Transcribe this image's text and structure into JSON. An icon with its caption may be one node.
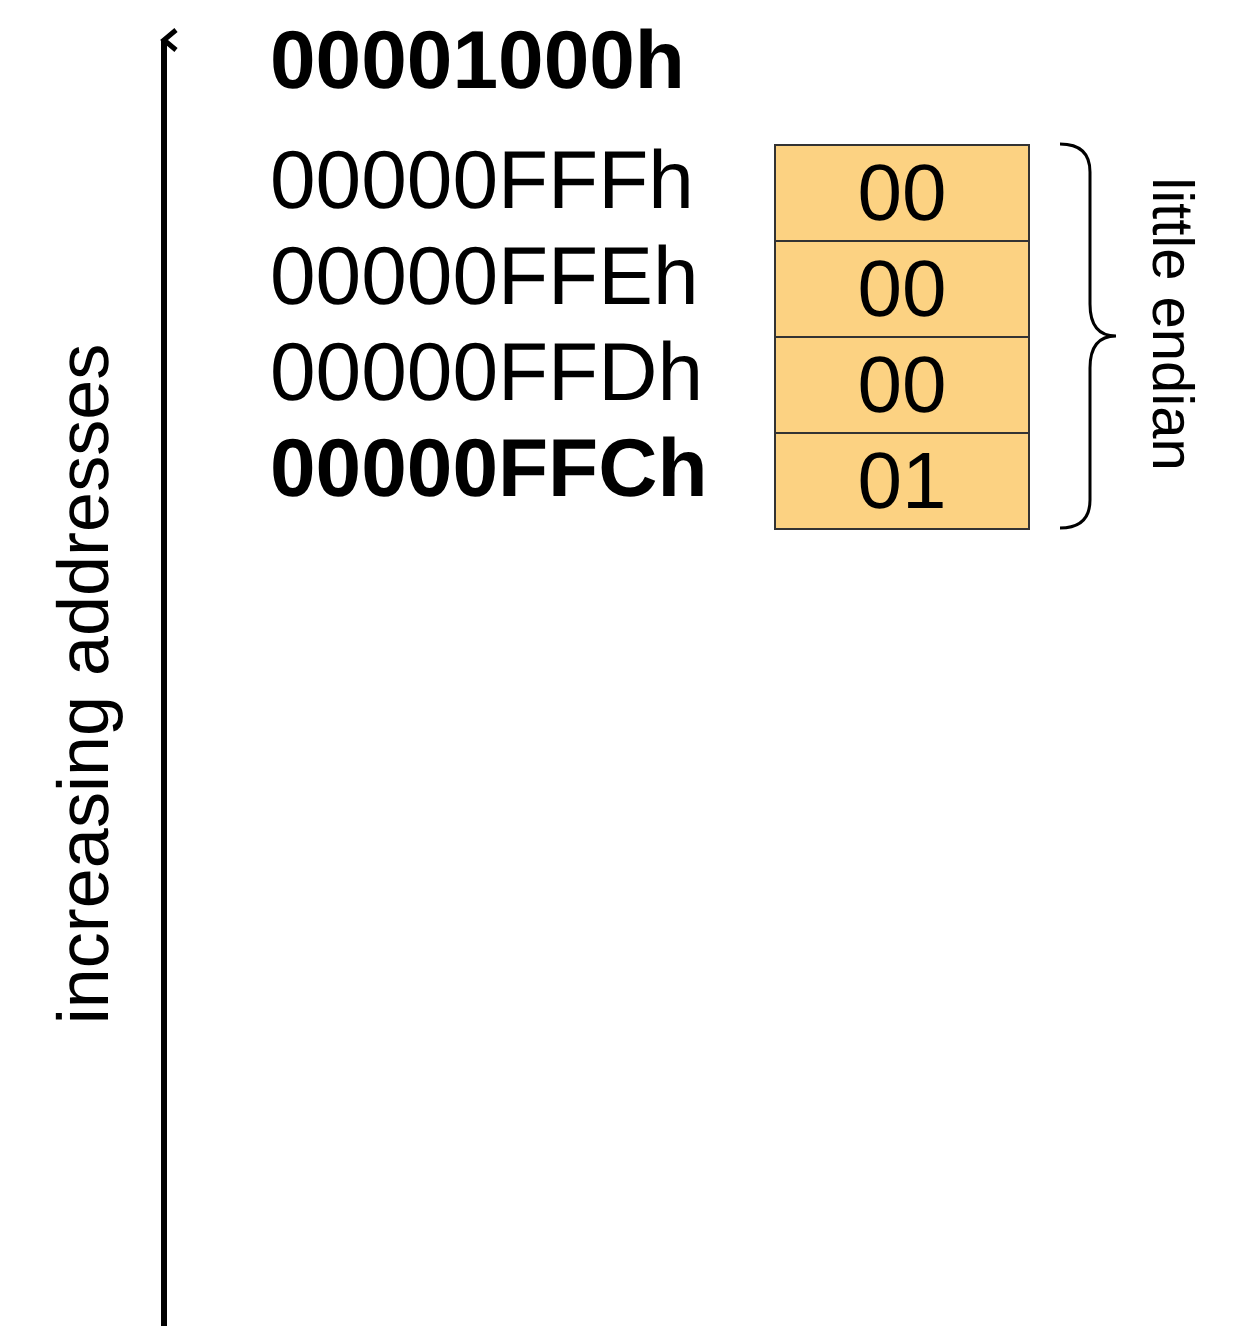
{
  "diagram": {
    "nodes": [
      {
        "text": [
          "00"
        ]
      },
      {
        "text": [
          "00"
        ]
      },
      {
        "text": [
          "00"
        ]
      },
      {
        "text": [
          "01"
        ]
      }
    ],
    "labels": [
      "00001000h",
      "00000FFFh",
      "00000FFEh",
      "00000FFDh",
      "00000FFCh",
      "little endian",
      "increasing addresses"
    ]
  }
}
